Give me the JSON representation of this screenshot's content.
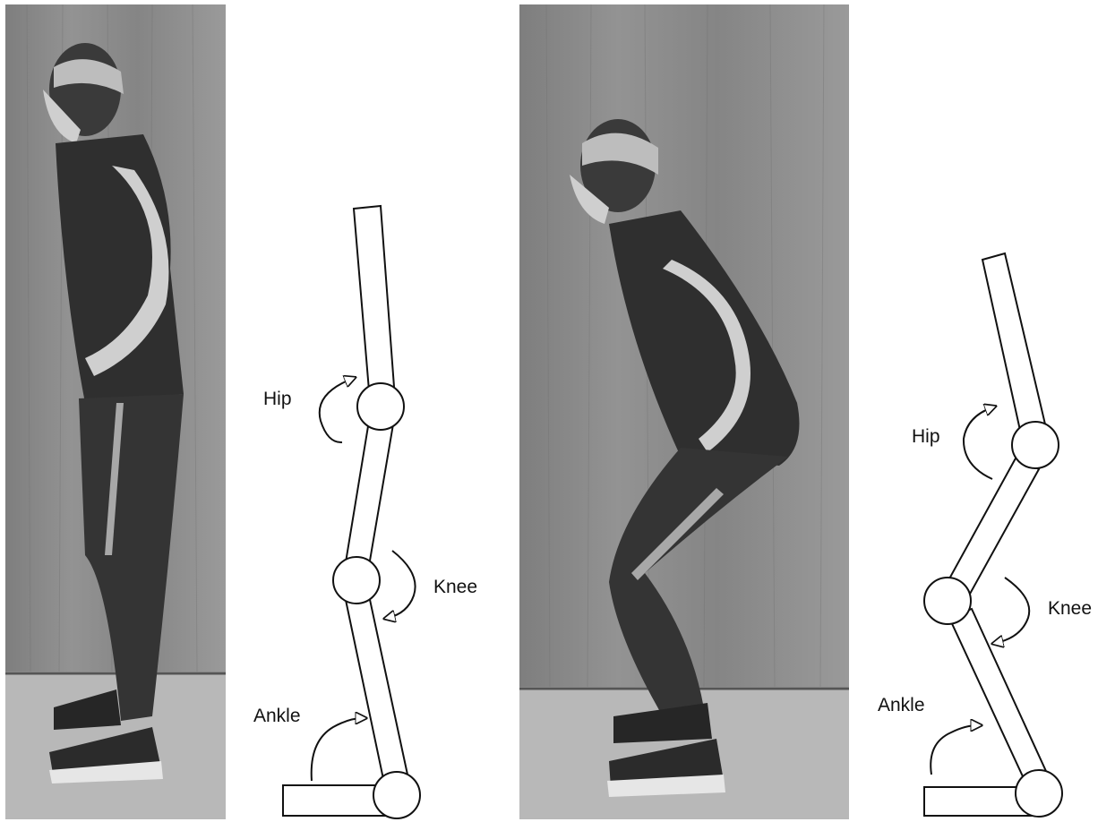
{
  "panels": [
    {
      "pose": "standing",
      "labels": {
        "hip": "Hip",
        "knee": "Knee",
        "ankle": "Ankle"
      }
    },
    {
      "pose": "squatting",
      "labels": {
        "hip": "Hip",
        "knee": "Knee",
        "ankle": "Ankle"
      }
    }
  ],
  "colors": {
    "photo_wall": "#8a8a8a",
    "photo_floor": "#b4b4b4",
    "figure_dark": "#2e2e2e",
    "stripe": "#a8a8a8",
    "line": "#111111"
  }
}
